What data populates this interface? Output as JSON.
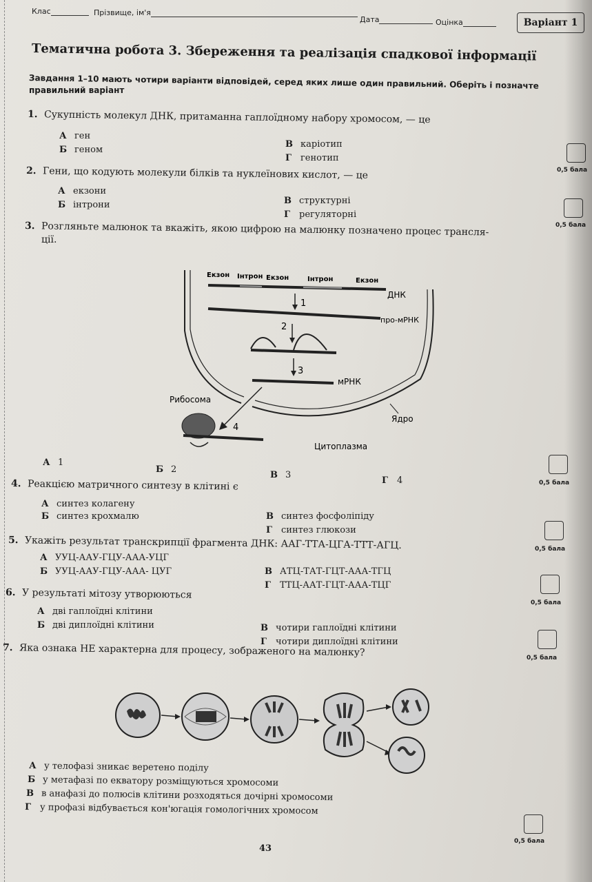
{
  "header": {
    "class_label": "Клас",
    "name_label": "Прізвище, ім'я",
    "date_label": "Дата",
    "grade_label": "Оцінка",
    "variant": "Варіант 1"
  },
  "title": "Тематична робота 3. Збереження та реалізація спадкової інформації",
  "instructions": "Завдання 1–10 мають чотири варіанти відповідей, серед яких лише один правильний. Оберіть і позначте правильний варіант",
  "instructions_line1": "Завдання 1–10 мають чотири варіанти відповідей, серед яких лише один правильний. Оберіть і позначте",
  "instructions_line2": "правильний варіант",
  "points_label": "0,5 бала",
  "questions": [
    {
      "num": "1.",
      "text": "Сукупність молекул ДНК, притаманна гаплоїдному набору хромосом, — це",
      "options": [
        {
          "l": "А",
          "t": "ген"
        },
        {
          "l": "Б",
          "t": "геном"
        },
        {
          "l": "В",
          "t": "каріотип"
        },
        {
          "l": "Г",
          "t": "генотип"
        }
      ]
    },
    {
      "num": "2.",
      "text": "Гени, що кодують молекули білків та нуклеїнових кислот, — це",
      "options": [
        {
          "l": "А",
          "t": "екзони"
        },
        {
          "l": "Б",
          "t": "інтрони"
        },
        {
          "l": "В",
          "t": "структурні"
        },
        {
          "l": "Г",
          "t": "регуляторні"
        }
      ]
    },
    {
      "num": "3.",
      "text": "Розгляньте малюнок та вкажіть, якою цифрою на малюнку позначено процес трансля-",
      "text2": "ції.",
      "options": [
        {
          "l": "А",
          "t": "1"
        },
        {
          "l": "Б",
          "t": "2"
        },
        {
          "l": "В",
          "t": "3"
        },
        {
          "l": "Г",
          "t": "4"
        }
      ]
    },
    {
      "num": "4.",
      "text": "Реакцією матричного синтезу в клітині є",
      "options": [
        {
          "l": "А",
          "t": "синтез колагену"
        },
        {
          "l": "Б",
          "t": "синтез крохмалю"
        },
        {
          "l": "В",
          "t": "синтез фосфоліпіду"
        },
        {
          "l": "Г",
          "t": "синтез глюкози"
        }
      ]
    },
    {
      "num": "5.",
      "text": "Укажіть результат транскрипції фрагмента ДНК: ААГ-ТТА-ЦГА-ТТТ-АГЦ.",
      "options": [
        {
          "l": "А",
          "t": "УУЦ-ААУ-ГЦУ-ААА-УЦГ"
        },
        {
          "l": "Б",
          "t": "УУЦ-ААУ-ГЦУ-ААА- ЦУГ"
        },
        {
          "l": "В",
          "t": "АТЦ-ТАТ-ГЦТ-ААА-ТГЦ"
        },
        {
          "l": "Г",
          "t": "ТТЦ-ААТ-ГЦТ-ААА-ТЦГ"
        }
      ]
    },
    {
      "num": "6.",
      "text": "У результаті мітозу утворюються",
      "options": [
        {
          "l": "А",
          "t": "дві гаплоїдні клітини"
        },
        {
          "l": "Б",
          "t": "дві диплоїдні клітини"
        },
        {
          "l": "В",
          "t": "чотири гаплоїдні клітини"
        },
        {
          "l": "Г",
          "t": "чотири диплоїдні клітини"
        }
      ]
    },
    {
      "num": "7.",
      "text": "Яка ознака НЕ характерна для процесу, зображеного на малюнку?",
      "options": [
        {
          "l": "А",
          "t": "у телофазі зникає веретено поділу"
        },
        {
          "l": "Б",
          "t": "у метафазі по екватору розміщуються хромосоми"
        },
        {
          "l": "В",
          "t": "в анафазі до полюсів клітини розходяться дочірні хромосоми"
        },
        {
          "l": "Г",
          "t": "у профазі відбувається кон'югація гомологічних хромосом"
        }
      ]
    }
  ],
  "figure3": {
    "top_labels": [
      "Екзон",
      "Інтрон",
      "Екзон",
      "Інтрон",
      "Екзон"
    ],
    "dna": "ДНК",
    "pro_mrna": "про-мРНК",
    "mrna": "мРНК",
    "ribosome": "Рибосома",
    "nucleus": "Ядро",
    "cytoplasm": "Цитоплазма",
    "steps": [
      "1",
      "2",
      "3",
      "4"
    ]
  },
  "page_number": "43"
}
